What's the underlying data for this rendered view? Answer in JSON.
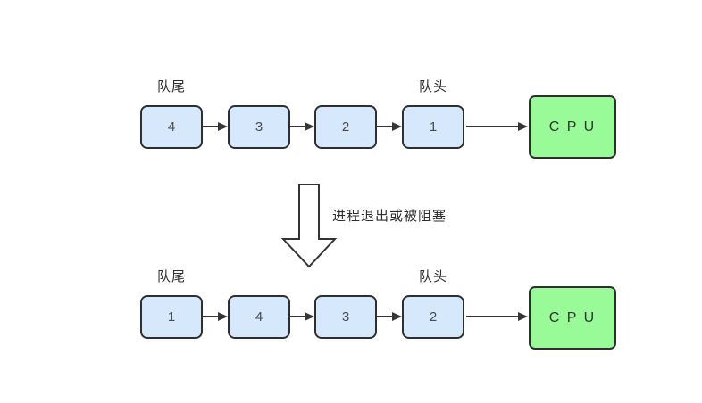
{
  "diagram": {
    "top_queue": {
      "tail_label": "队尾",
      "head_label": "队头",
      "nodes": [
        "4",
        "3",
        "2",
        "1"
      ],
      "cpu_label": "C P U"
    },
    "transition": {
      "label": "进程退出或被阻塞",
      "arrow_icon": "down-arrow-outline"
    },
    "bottom_queue": {
      "tail_label": "队尾",
      "head_label": "队头",
      "nodes": [
        "1",
        "4",
        "3",
        "2"
      ],
      "cpu_label": "C P U"
    },
    "colors": {
      "node_fill": "#d6e8fb",
      "node_border": "#2f2f2f",
      "cpu_fill": "#98fb98",
      "arrow": "#363636",
      "background": "#ffffff"
    }
  }
}
